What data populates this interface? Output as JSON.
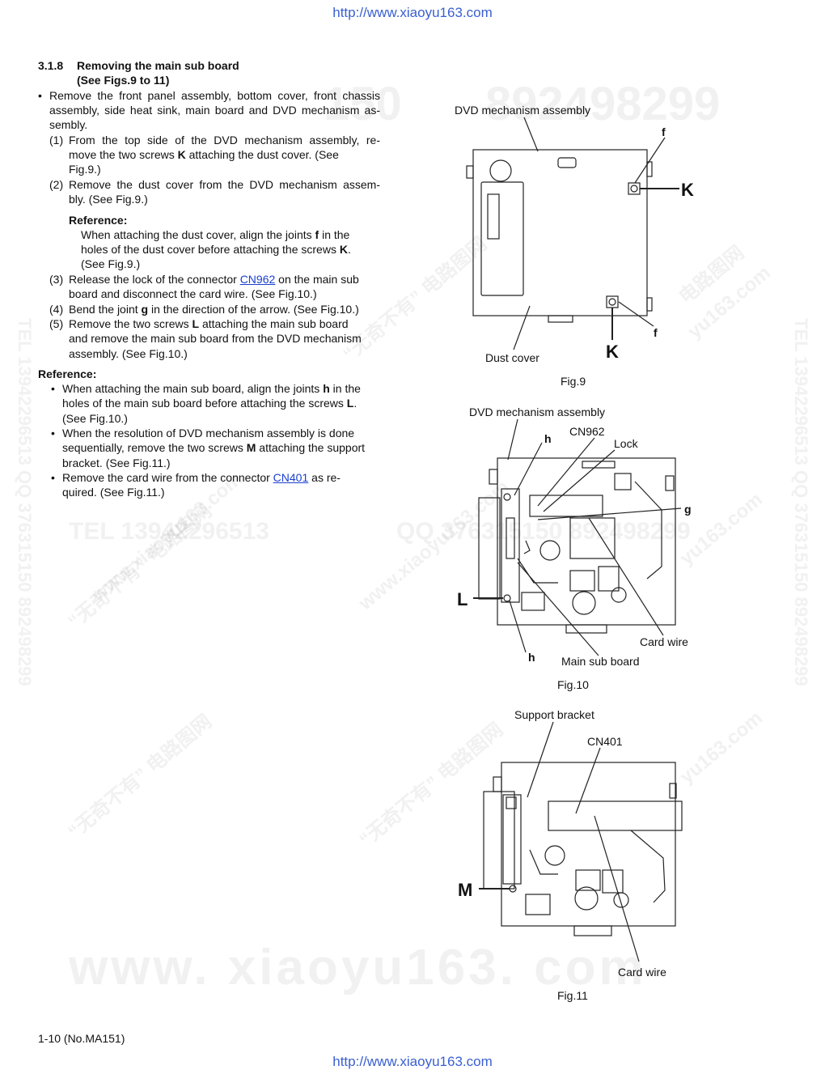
{
  "header_url": "http://www.xiaoyu163.com",
  "footer_url": "http://www.xiaoyu163.com",
  "watermarks": {
    "big_number": "892498299",
    "partial_number": "150",
    "tel_row": "TEL 13942296513",
    "qq_row": "QQ 376315150 892498299",
    "vertical_left": "TEL 13942296513 QQ 376315150 892498299",
    "vertical_right": "TEL 13942296513 QQ 376315150 892498299",
    "cn_a": "“无奇不有” 电路图网",
    "site_a": "www.xiaoyu163.com",
    "cn_b": "电路图网",
    "site_b": "yu163.com",
    "bottom_site": "www. xiaoyu163. com"
  },
  "section": {
    "number": "3.1.8",
    "title": "Removing the main sub board",
    "subtitle": "(See Figs.9 to 11)"
  },
  "body": {
    "bullet": "•",
    "intro_l1": "Remove the front panel assembly, bottom cover, front chassis",
    "intro_l2": "assembly, side heat sink, main board and DVD mechanism as-",
    "intro_l3": "sembly.",
    "s1_num": "(1)",
    "s1_l1": "From the top side of the DVD mechanism assembly, re-",
    "s1_l2a": "move the two screws ",
    "s1_l2k": "K",
    "s1_l2b": " attaching the dust cover. (See",
    "s1_l3": "Fig.9.)",
    "s2_num": "(2)",
    "s2_l1": "Remove the dust cover from the DVD mechanism assem-",
    "s2_l2": "bly. (See Fig.9.)",
    "ref1_title": "Reference:",
    "ref1_l1a": "When attaching the dust cover, align the joints ",
    "ref1_l1f": "f",
    "ref1_l1b": " in the",
    "ref1_l2a": "holes of the dust cover before attaching the screws ",
    "ref1_l2k": "K",
    "ref1_l2b": ".",
    "ref1_l3": "(See Fig.9.)",
    "s3_num": "(3)",
    "s3_l1a": "Release the lock of the connector ",
    "s3_link": "CN962",
    "s3_l1b": " on the main sub",
    "s3_l2": "board and disconnect the card wire. (See Fig.10.)",
    "s4_num": "(4)",
    "s4_a": "Bend the joint ",
    "s4_g": "g",
    "s4_b": " in the direction of the arrow. (See Fig.10.)",
    "s5_num": "(5)",
    "s5_l1a": "Remove the two screws ",
    "s5_l1L": "L",
    "s5_l1b": " attaching the main sub board",
    "s5_l2": "and remove the main sub board from the DVD mechanism",
    "s5_l3": "assembly. (See Fig.10.)",
    "ref2_title": "Reference:",
    "r1_l1a": "When attaching the main sub board, align the joints ",
    "r1_l1h": "h",
    "r1_l1b": " in the",
    "r1_l2a": "holes of the main sub board before attaching the screws ",
    "r1_l2L": "L",
    "r1_l2b": ".",
    "r1_l3": "(See Fig.10.)",
    "r2_l1": "When the resolution of DVD mechanism assembly is done",
    "r2_l2a": "sequentially, remove the two screws ",
    "r2_l2M": "M",
    "r2_l2b": " attaching the support",
    "r2_l3": "bracket. (See Fig.11.)",
    "r3_l1a": "Remove the card wire from the connector ",
    "r3_link": "CN401",
    "r3_l1b": " as re-",
    "r3_l2": "quired. (See Fig.11.)"
  },
  "fig9": {
    "label_dvd": "DVD mechanism assembly",
    "label_dust": "Dust cover",
    "label_f1": "f",
    "label_f2": "f",
    "label_k1": "K",
    "label_k2": "K",
    "caption": "Fig.9"
  },
  "fig10": {
    "label_dvd": "DVD mechanism assembly",
    "label_cn962": "CN962",
    "label_h1": "h",
    "label_lock": "Lock",
    "label_g": "g",
    "label_L": "L",
    "label_card": "Card wire",
    "label_h2": "h",
    "label_main": "Main sub board",
    "caption": "Fig.10"
  },
  "fig11": {
    "label_support": "Support bracket",
    "label_cn401": "CN401",
    "label_M": "M",
    "label_card": "Card wire",
    "caption": "Fig.11"
  },
  "footer": {
    "page": "1-10 (No.MA151)"
  }
}
